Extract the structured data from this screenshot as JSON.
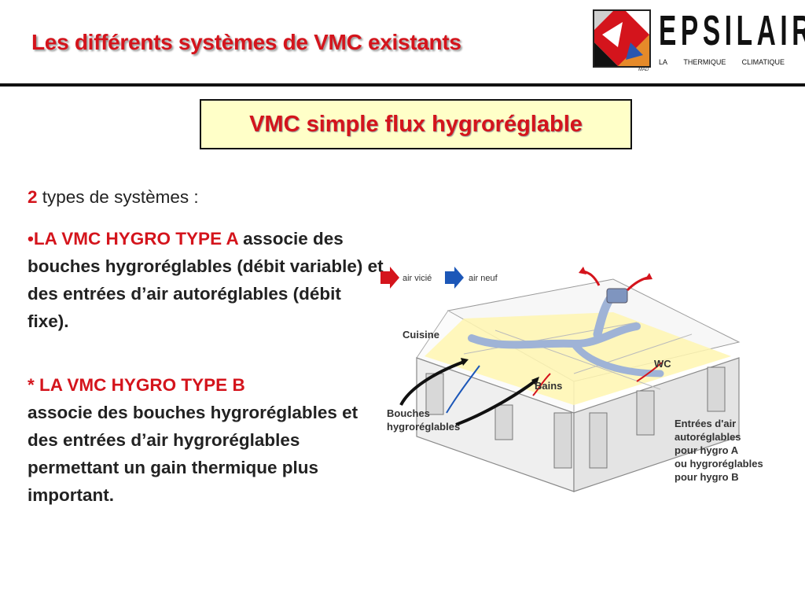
{
  "header": {
    "title": "Les différents systèmes de VMC existants"
  },
  "logo": {
    "name": "EPSILAIR",
    "subtitle_words": [
      "LA",
      "THERMIQUE",
      "CLIMATIQUE"
    ],
    "mark_text": "MAD"
  },
  "section": {
    "boxed_title": "VMC simple flux hygroréglable"
  },
  "content": {
    "intro_number": "2",
    "intro_text": " types de systèmes :",
    "type_a_bullet": "•",
    "type_a_label": "LA VMC HYGRO TYPE A",
    "type_a_text": " associe des bouches hygroréglables (débit variable) et des entrées d’air autoréglables (débit fixe).",
    "type_b_label": "* LA VMC HYGRO TYPE B",
    "type_b_text": "associe des bouches hygroréglables et des entrées d’air hygroréglables permettant un gain thermique plus important."
  },
  "diagram": {
    "legend_vicie": "air vicié",
    "legend_neuf": "air neuf",
    "label_cuisine": "Cuisine",
    "label_wc": "WC",
    "label_bains": "Bains",
    "label_bouches_1": "Bouches",
    "label_bouches_2": "hygroréglables",
    "label_entrees_1": "Entrées d'air",
    "label_entrees_2": "autoréglables",
    "label_entrees_3": "pour hygro A",
    "label_entrees_4": "ou hygroréglables",
    "label_entrees_5": "pour hygro B",
    "colors": {
      "vicie": "#d4141c",
      "neuf": "#1c57b8",
      "walls": "#f2f2f2",
      "interior": "#fff6b0",
      "duct": "#9fb3d6"
    }
  }
}
